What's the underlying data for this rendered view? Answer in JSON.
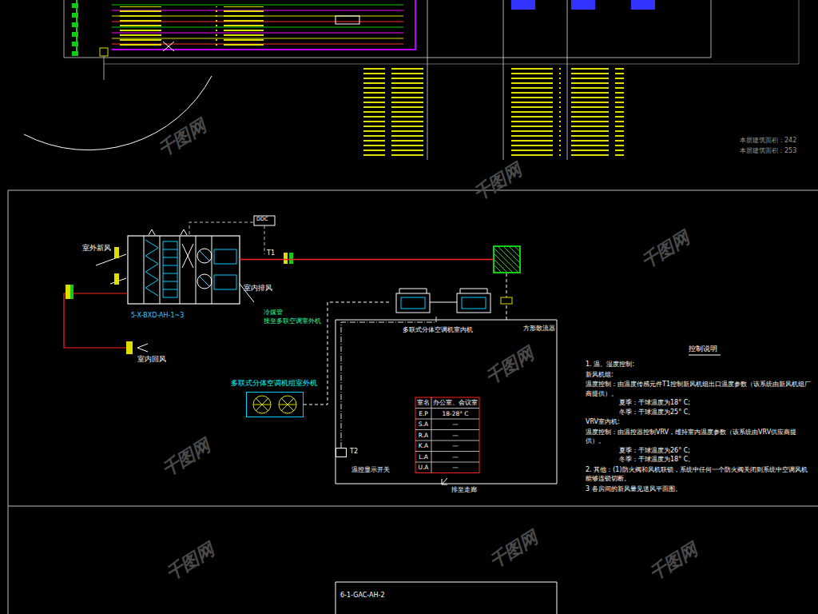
{
  "diagram": {
    "nodes": [
      {
        "text": [
          "5-X-BXD-AH-1~3"
        ]
      },
      {
        "text": [
          "方形散流器"
        ]
      },
      {
        "text": [
          "多联式分体空调机室内机"
        ]
      },
      {
        "text": [
          "多联式分体空调机组室外机"
        ]
      },
      {
        "text": [
          "T2"
        ]
      }
    ],
    "edges": [
      {
        "from": 0,
        "to": 1,
        "arrow": "none"
      },
      {
        "from": 3,
        "to": 2,
        "arrow": "none"
      },
      {
        "from": 4,
        "to": 2,
        "arrow": "none"
      }
    ],
    "labels": [
      "室外新风",
      "室内排风",
      "T1",
      "DDC",
      "室内回风",
      "冷媒管",
      "接至多联空调室外机",
      "温控显示开关",
      "排至走廊",
      "室名",
      "办公室、会议室",
      "E.P",
      "18-28° C",
      "S.A",
      "—",
      "R.A",
      "—",
      "K.A",
      "—",
      "L.A",
      "—",
      "U.A",
      "—",
      "控制说明",
      "1. 温、湿度控制:",
      "新风机组:",
      "温度控制：由温度传感元件T1控制新风机组出口温度参数（该系统由新风机组厂商提供）。",
      "夏季：干球温度为18° C;",
      "冬季：干球温度为25° C。",
      "VRV室内机:",
      "温度控制：由温控器控制VRV，维持室内温度参数（该系统由VRV供应商提供）。",
      "夏季：干球温度为26° C;",
      "冬季：干球温度为18° C。",
      "2. 其他：(1)防火阀和风机联锁，系统中任何一个防火阀关闭则系统中空调风机能够连锁切断。",
      "3 各房间的新风量见送风平面图。",
      "本层建筑面积：242",
      "本层建筑面积：253",
      "6-1-GAC-AH-2",
      "千图网",
      "千图网",
      "千图网",
      "千图网",
      "千图网",
      "千图网",
      "千图网",
      "千图网"
    ]
  }
}
